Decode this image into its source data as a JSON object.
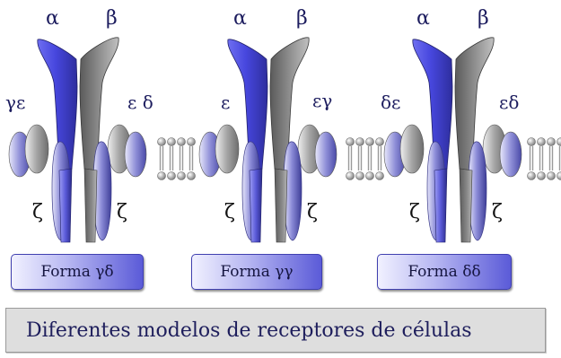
{
  "receptors": [
    {
      "alpha": "α",
      "beta": "β",
      "left_chain": "γε",
      "right_chain": "ε δ",
      "zeta_left": "ζ",
      "zeta_right": "ζ",
      "form_label": "Forma γδ"
    },
    {
      "alpha": "α",
      "beta": "β",
      "left_chain": "ε",
      "right_chain": "εγ",
      "zeta_left": "ζ",
      "zeta_right": "ζ",
      "form_label": "Forma γγ"
    },
    {
      "alpha": "α",
      "beta": "β",
      "left_chain": "δε",
      "right_chain": "εδ",
      "zeta_left": "ζ",
      "zeta_right": "ζ",
      "form_label": "Forma δδ"
    }
  ],
  "caption": "Diferentes modelos de receptores de células",
  "colors": {
    "chain_blue": "#3a3ad8",
    "chain_gray": "#7c7c7c",
    "label_text": "#1c1c5e",
    "button_gradient_start": "#f1f1ff",
    "button_gradient_end": "#5b5bd8",
    "caption_background": "#dedede"
  }
}
